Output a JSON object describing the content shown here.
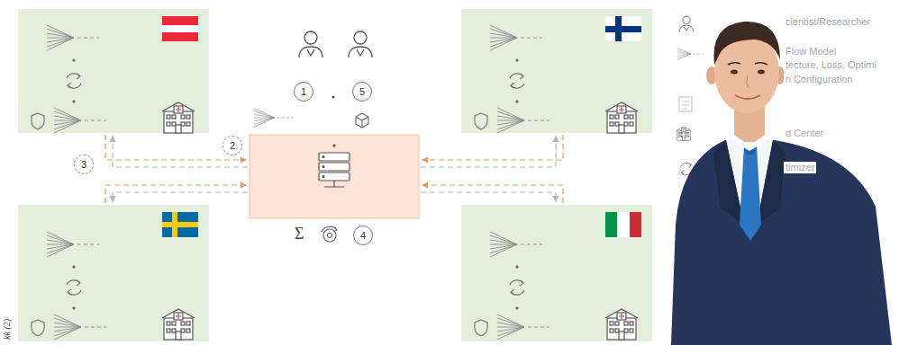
{
  "diagram": {
    "nodes": [
      {
        "text": [
          "1"
        ]
      },
      {
        "text": [
          "5"
        ]
      },
      {
        "text": [
          "2"
        ]
      },
      {
        "text": [
          "3"
        ]
      },
      {
        "text": [
          "4"
        ]
      }
    ],
    "labels": [
      "kk (2)",
      "Σ"
    ],
    "legend": [
      {
        "text": "cientist/Researcher"
      },
      {
        "text": "Flow Model"
      },
      {
        "text": "tecture, Loss, Optimi"
      },
      {
        "text": "n Configuration"
      },
      {
        "text": "d Center"
      },
      {
        "text": "timizer"
      }
    ]
  }
}
